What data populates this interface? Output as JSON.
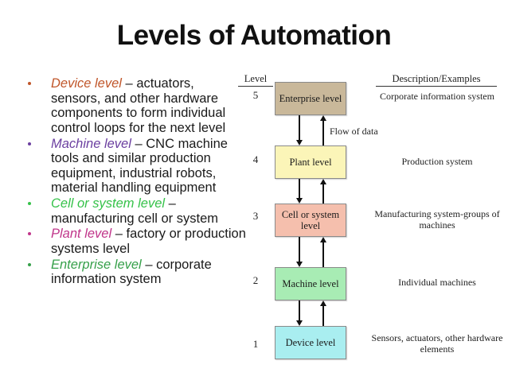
{
  "slide": {
    "title": "Levels of Automation",
    "background": "#ffffff"
  },
  "bullets": [
    {
      "lead": "Device level",
      "rest": " – actuators, sensors, and other hardware components to form individual control loops for the next level",
      "color": "#c0562a"
    },
    {
      "lead": "Machine level",
      "rest": " – CNC machine tools and similar production equipment, industrial robots, material handling equipment",
      "color": "#6b3fa0"
    },
    {
      "lead": "Cell or system level",
      "rest": " – manufacturing cell or system",
      "color": "#36c24a"
    },
    {
      "lead": "Plant level",
      "rest": " – factory or production systems level",
      "color": "#c0358a"
    },
    {
      "lead": "Enterprise level",
      "rest": " – corporate information system",
      "color": "#36a04a"
    }
  ],
  "diagram": {
    "level_header": "Level",
    "description_header": "Description/Examples",
    "flow_label": "Flow of data",
    "levels": [
      {
        "number": "5",
        "name": "Enterprise level",
        "description": "Corporate information system",
        "fill": "#c9b89a"
      },
      {
        "number": "4",
        "name": "Plant level",
        "description": "Production system",
        "fill": "#fbf5b8"
      },
      {
        "number": "3",
        "name": "Cell or system level",
        "description": "Manufacturing system-groups of machines",
        "fill": "#f5bfad"
      },
      {
        "number": "2",
        "name": "Machine level",
        "description": "Individual machines",
        "fill": "#a8ecb4"
      },
      {
        "number": "1",
        "name": "Device level",
        "description": "Sensors, actuators, other hardware elements",
        "fill": "#a9eef0"
      }
    ]
  }
}
